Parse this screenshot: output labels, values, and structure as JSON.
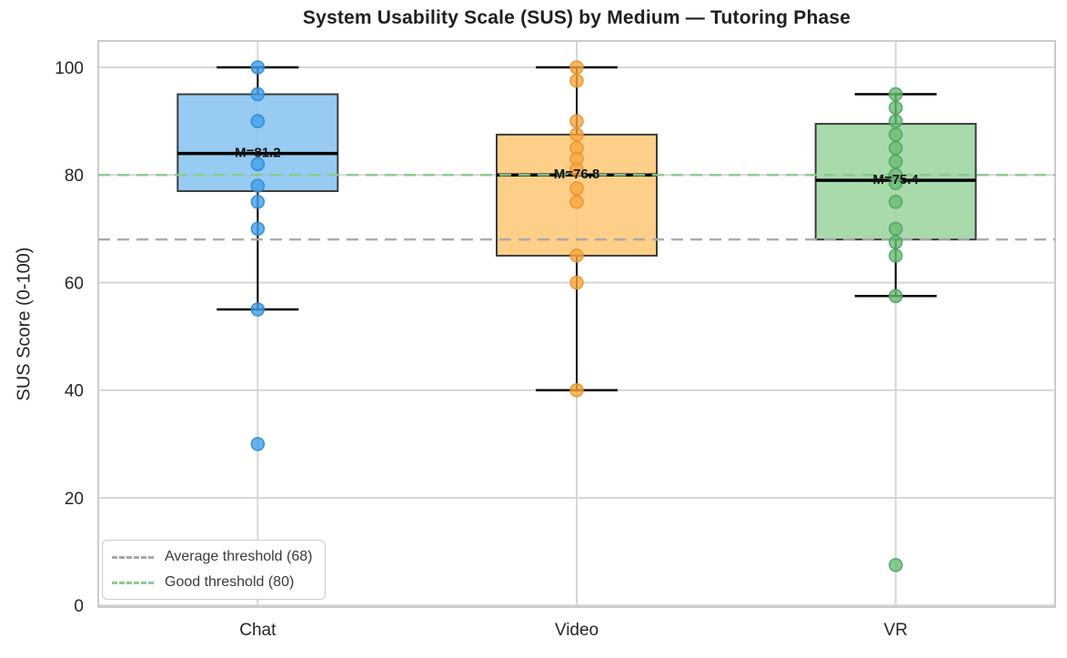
{
  "chart_data": {
    "type": "box",
    "title": "System Usability Scale (SUS) by Medium — Tutoring Phase",
    "ylabel": "SUS Score (0-100)",
    "xlabel": "",
    "ylim": [
      0,
      105
    ],
    "yticks": [
      0,
      20,
      40,
      60,
      80,
      100
    ],
    "grid": true,
    "legend_position": "lower left",
    "categories": [
      "Chat",
      "Video",
      "VR"
    ],
    "series": [
      {
        "name": "Chat",
        "box": {
          "whisker_low": 55,
          "q1": 77,
          "median": 84,
          "q3": 95,
          "whisker_high": 100
        },
        "mean": 81.2,
        "mean_label": "M=81.2",
        "points": [
          100,
          95,
          90,
          82,
          78,
          75,
          70,
          55,
          30
        ],
        "colors": {
          "box": "#89c4f0",
          "box_edge": "#3c3c3c",
          "point": "#41a0e8",
          "point_edge": "#2e86d3"
        }
      },
      {
        "name": "Video",
        "box": {
          "whisker_low": 40,
          "q1": 65,
          "median": 80,
          "q3": 87.5,
          "whisker_high": 100
        },
        "mean": 76.8,
        "mean_label": "M=76.8",
        "points": [
          100,
          97.5,
          90,
          87.5,
          85,
          83,
          81,
          77.5,
          75,
          65,
          60,
          40
        ],
        "colors": {
          "box": "#fdc878",
          "box_edge": "#3c3c3c",
          "point": "#f8a63c",
          "point_edge": "#e8912b"
        }
      },
      {
        "name": "VR",
        "box": {
          "whisker_low": 57.5,
          "q1": 68,
          "median": 79,
          "q3": 89.5,
          "whisker_high": 95
        },
        "mean": 75.4,
        "mean_label": "M=75.4",
        "points": [
          95,
          92.5,
          90,
          87.5,
          85,
          82.5,
          80,
          78.5,
          75,
          70,
          67.5,
          65,
          57.5,
          7.5
        ],
        "colors": {
          "box": "#9cd5a0",
          "box_edge": "#3c3c3c",
          "point": "#67bd76",
          "point_edge": "#4fa05f"
        }
      }
    ],
    "thresholds": [
      {
        "label": "Average threshold (68)",
        "value": 68,
        "color": "#a8a8a8"
      },
      {
        "label": "Good threshold (80)",
        "value": 80,
        "color": "#8bc98f"
      }
    ],
    "style": {
      "grid_color": "#d6d6d6",
      "frame_color": "#cccccc",
      "tick_label_color": "#262626",
      "median_color": "#000000",
      "whisker_color": "#000000",
      "mean_label_color": "#111111"
    }
  }
}
